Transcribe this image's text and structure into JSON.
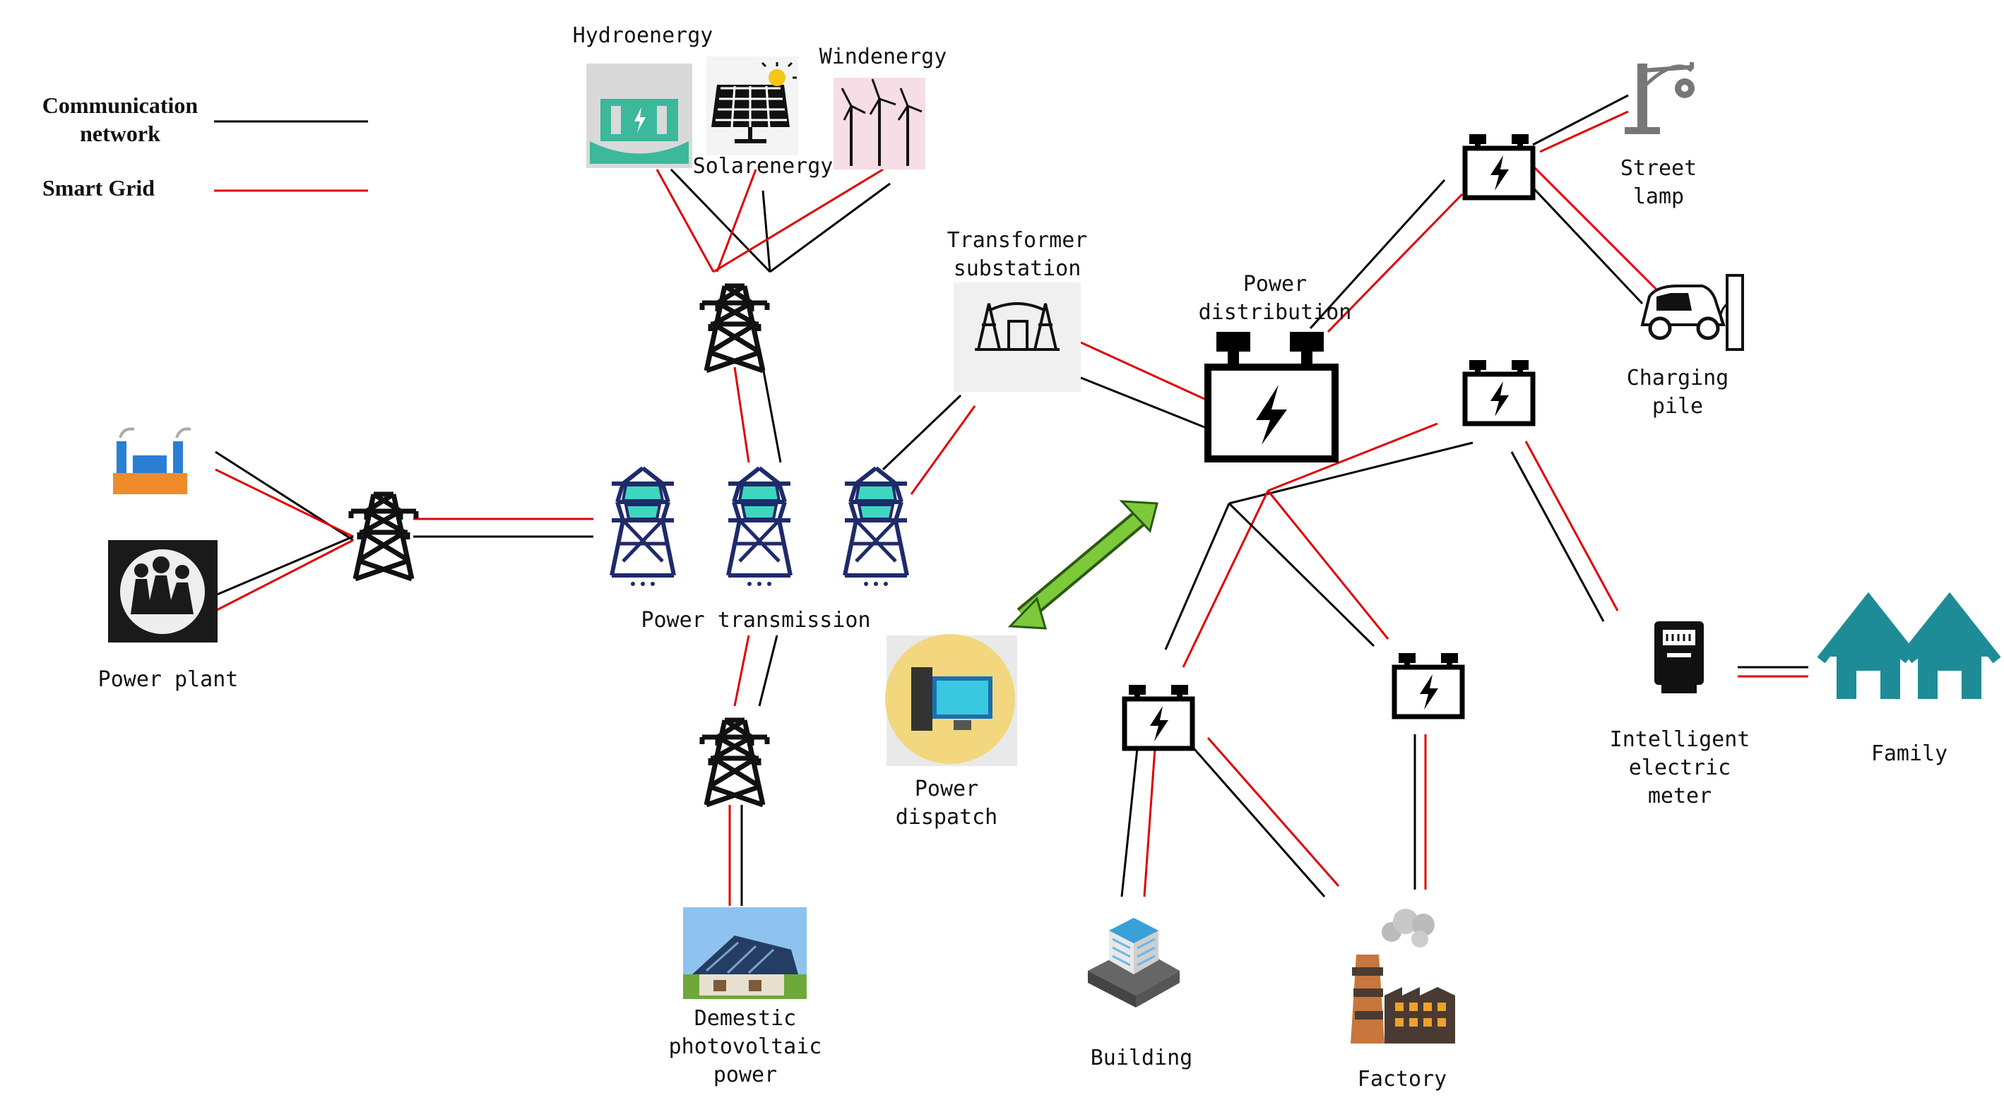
{
  "legend": {
    "communication_line1": "Communication",
    "communication_line2": "network",
    "smart_grid": "Smart Grid",
    "communication_color": "#000000",
    "smart_grid_color": "#e00000"
  },
  "labels": {
    "hydro": "Hydroenergy",
    "wind": "Windenergy",
    "solar": "Solarenergy",
    "transformer_line1": "Transformer",
    "transformer_line2": "substation",
    "distribution_line1": "Power",
    "distribution_line2": "distribution",
    "street_line1": "Street",
    "street_line2": "lamp",
    "charging_line1": "Charging",
    "charging_line2": "pile",
    "power_plant": "Power plant",
    "power_transmission": "Power transmission",
    "dispatch_line1": "Power",
    "dispatch_line2": "dispatch",
    "pv_line1": "Demestic",
    "pv_line2": "photovoltaic",
    "pv_line3": "power",
    "building": "Building",
    "factory": "Factory",
    "meter_line1": "Intelligent",
    "meter_line2": "electric",
    "meter_line3": "meter",
    "family": "Family"
  },
  "colors": {
    "tower_teal": "#1f2a6b",
    "tower_fill": "#3fd6c0",
    "house": "#1e8c96",
    "dispatch_bg": "#f2d77e",
    "arrow": "#7cc93a"
  }
}
